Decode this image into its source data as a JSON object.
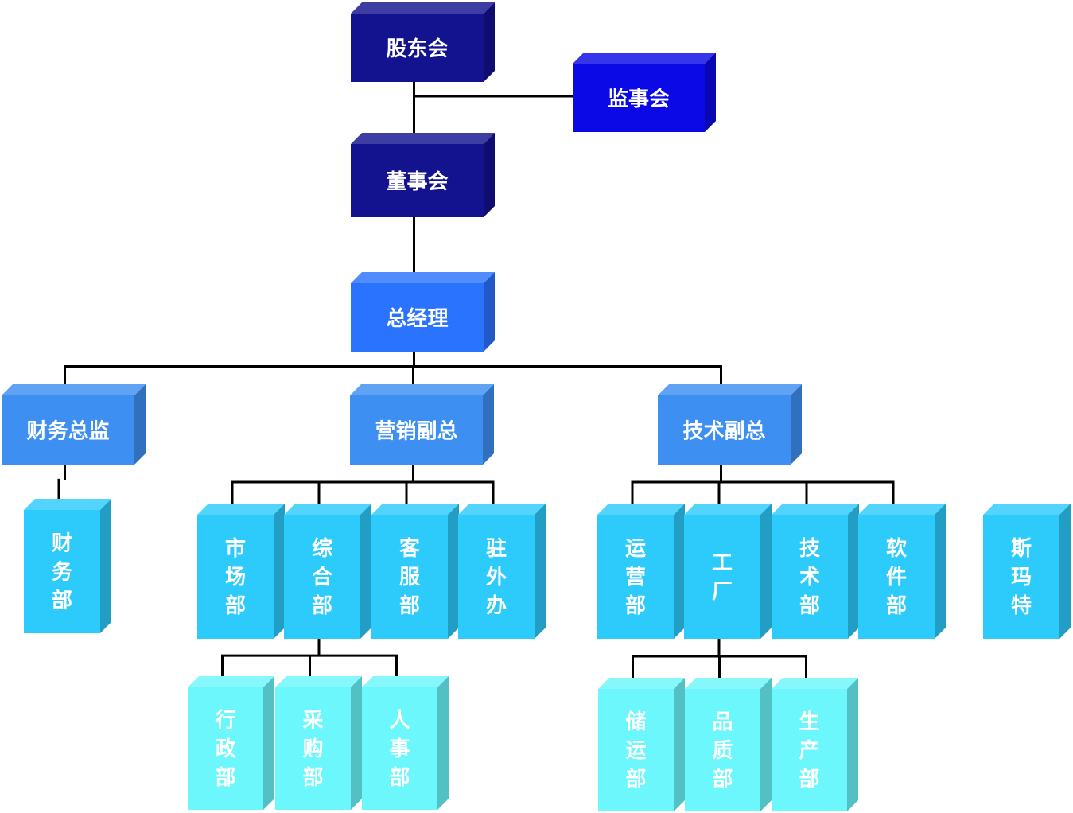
{
  "colors": {
    "navy": "#13128f",
    "blue": "#0b09e6",
    "mid": "#2a73ff",
    "light": "#3d8ff2",
    "sky": "#2ccbfb",
    "aqua": "#6bf7fb",
    "line": "#000000",
    "text": "#ffffff"
  },
  "nodes": [
    {
      "id": "gudonghui",
      "label": "股东会",
      "level": "navy"
    },
    {
      "id": "jianshihui",
      "label": "监事会",
      "level": "blue"
    },
    {
      "id": "dongshihui",
      "label": "董事会",
      "level": "navy"
    },
    {
      "id": "zongjingli",
      "label": "总经理",
      "level": "mid"
    },
    {
      "id": "caiwuzongjian",
      "label": "财务总监",
      "level": "light"
    },
    {
      "id": "yingxiaofuzong",
      "label": "营销副总",
      "level": "light"
    },
    {
      "id": "jishufuzong",
      "label": "技术副总",
      "level": "light"
    },
    {
      "id": "caiwubu",
      "label": "财务部",
      "level": "sky"
    },
    {
      "id": "shichangbu",
      "label": "市场部",
      "level": "sky"
    },
    {
      "id": "zonghebu",
      "label": "综合部",
      "level": "sky"
    },
    {
      "id": "kefubu",
      "label": "客服部",
      "level": "sky"
    },
    {
      "id": "zhuwaiban",
      "label": "驻外办",
      "level": "sky"
    },
    {
      "id": "yunyingbu",
      "label": "运营部",
      "level": "sky"
    },
    {
      "id": "gongchang",
      "label": "工厂",
      "level": "sky"
    },
    {
      "id": "jishubu",
      "label": "技术部",
      "level": "sky"
    },
    {
      "id": "ruanjianbu",
      "label": "软件部",
      "level": "sky"
    },
    {
      "id": "simate",
      "label": "斯玛特",
      "level": "sky"
    },
    {
      "id": "xingzhengbu",
      "label": "行政部",
      "level": "aqua"
    },
    {
      "id": "caigoubu",
      "label": "采购部",
      "level": "aqua"
    },
    {
      "id": "renshibu",
      "label": "人事部",
      "level": "aqua"
    },
    {
      "id": "chuyunbu",
      "label": "储运部",
      "level": "aqua"
    },
    {
      "id": "pinzhibu",
      "label": "品质部",
      "level": "aqua"
    },
    {
      "id": "shengchanbu",
      "label": "生产部",
      "level": "aqua"
    }
  ],
  "edges": [
    [
      "gudonghui",
      "dongshihui"
    ],
    [
      "gudonghui",
      "jianshihui"
    ],
    [
      "dongshihui",
      "zongjingli"
    ],
    [
      "zongjingli",
      "caiwuzongjian"
    ],
    [
      "zongjingli",
      "yingxiaofuzong"
    ],
    [
      "zongjingli",
      "jishufuzong"
    ],
    [
      "caiwuzongjian",
      "caiwubu"
    ],
    [
      "yingxiaofuzong",
      "shichangbu"
    ],
    [
      "yingxiaofuzong",
      "zonghebu"
    ],
    [
      "yingxiaofuzong",
      "kefubu"
    ],
    [
      "yingxiaofuzong",
      "zhuwaiban"
    ],
    [
      "jishufuzong",
      "yunyingbu"
    ],
    [
      "jishufuzong",
      "gongchang"
    ],
    [
      "jishufuzong",
      "jishubu"
    ],
    [
      "jishufuzong",
      "ruanjianbu"
    ],
    [
      "zonghebu",
      "xingzhengbu"
    ],
    [
      "zonghebu",
      "caigoubu"
    ],
    [
      "zonghebu",
      "renshibu"
    ],
    [
      "gongchang",
      "chuyunbu"
    ],
    [
      "gongchang",
      "pinzhibu"
    ],
    [
      "gongchang",
      "shengchanbu"
    ]
  ]
}
